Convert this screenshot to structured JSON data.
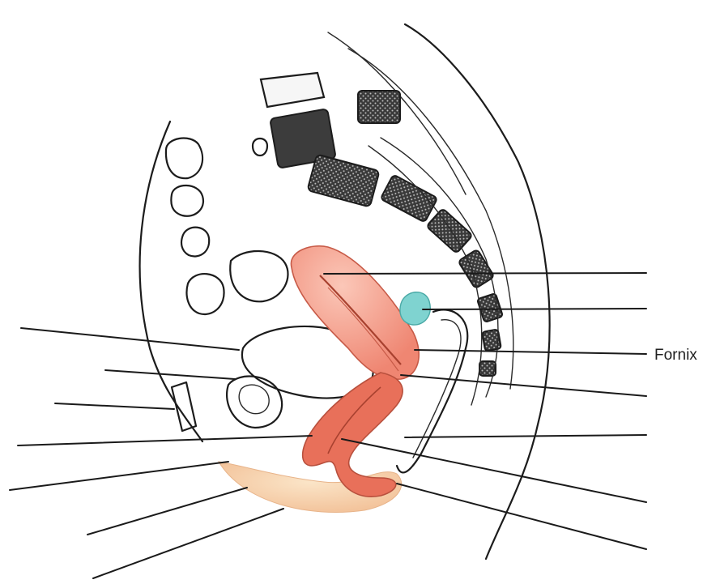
{
  "labels": {
    "fornix": "Fornix"
  },
  "colors": {
    "uterus": "#ef8672",
    "uterus_highlight": "#fbc7b8",
    "vagina": "#e8705a",
    "ovary": "#7fd3d0",
    "perineum": "#f7d7b3",
    "bone_fill": "#f6f6f6",
    "spongy_bone": "#3c3c3c",
    "outline": "#1c1c1c"
  },
  "leader_lines": {
    "left_count": 7,
    "right_count": 7,
    "labeled": [
      "Fornix"
    ]
  }
}
